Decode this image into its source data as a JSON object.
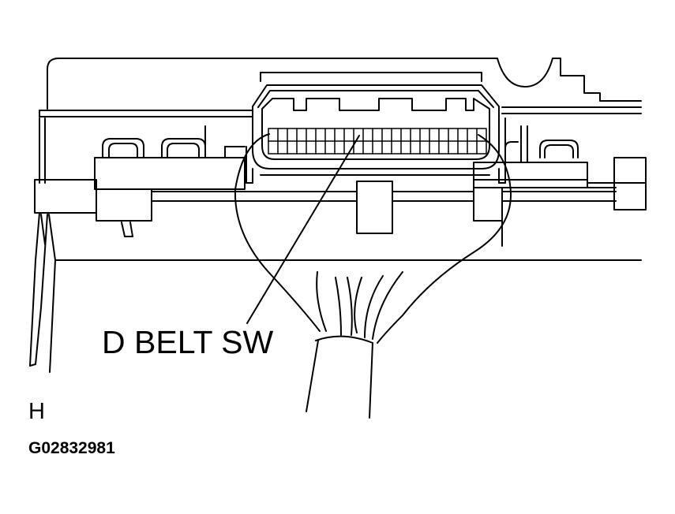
{
  "diagram": {
    "callout_label": "D BELT SW",
    "view_letter": "H",
    "figure_id": "G02832981",
    "colors": {
      "line": "#000000",
      "background": "#ffffff"
    }
  }
}
